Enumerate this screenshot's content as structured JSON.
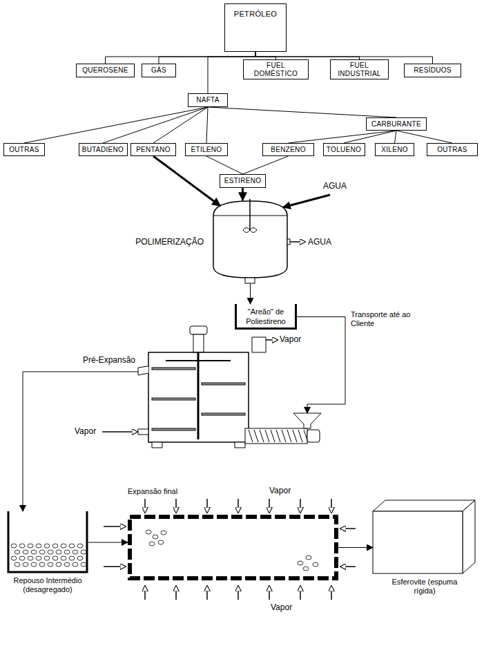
{
  "diagram": {
    "nodes": [
      {
        "text": [
          "PETRÓLEO"
        ]
      },
      {
        "text": [
          "QUEROSENE"
        ]
      },
      {
        "text": [
          "GÁS"
        ]
      },
      {
        "text": [
          "FUEL DOMÉSTICO"
        ]
      },
      {
        "text": [
          "FUEL INDUSTRIAL"
        ]
      },
      {
        "text": [
          "RESÍDUOS"
        ]
      },
      {
        "text": [
          "NAFTA"
        ]
      },
      {
        "text": [
          "CARBURANTE"
        ]
      },
      {
        "text": [
          "OUTRAS"
        ]
      },
      {
        "text": [
          "BUTADIENO"
        ]
      },
      {
        "text": [
          "PENTANO"
        ]
      },
      {
        "text": [
          "ETILENO"
        ]
      },
      {
        "text": [
          "BENZENO"
        ]
      },
      {
        "text": [
          "TOLUENO"
        ]
      },
      {
        "text": [
          "XILENO"
        ]
      },
      {
        "text": [
          "OUTRAS"
        ]
      },
      {
        "text": [
          "ESTIRENO"
        ]
      },
      {
        "text": [
          "POLIMERIZAÇÃO"
        ]
      },
      {
        "text": [
          "\"Areão\" de Poliestireno"
        ]
      },
      {
        "text": [
          "Pré-Expansão"
        ]
      },
      {
        "text": [
          "Repouso Intermédio (desagregado)"
        ]
      },
      {
        "text": [
          "Expansão final"
        ]
      },
      {
        "text": [
          "Esferovite (espuma rígida)"
        ]
      }
    ],
    "edges": [
      {
        "from": 0,
        "to": 1,
        "arrow": "none"
      },
      {
        "from": 0,
        "to": 2,
        "arrow": "none"
      },
      {
        "from": 0,
        "to": 3,
        "arrow": "none"
      },
      {
        "from": 0,
        "to": 4,
        "arrow": "none"
      },
      {
        "from": 0,
        "to": 5,
        "arrow": "none"
      },
      {
        "from": 0,
        "to": 6,
        "arrow": "none"
      },
      {
        "from": 6,
        "to": 8,
        "arrow": "none"
      },
      {
        "from": 6,
        "to": 9,
        "arrow": "none"
      },
      {
        "from": 6,
        "to": 10,
        "arrow": "none"
      },
      {
        "from": 6,
        "to": 11,
        "arrow": "none"
      },
      {
        "from": 6,
        "to": 7,
        "arrow": "none"
      },
      {
        "from": 7,
        "to": 12,
        "arrow": "none"
      },
      {
        "from": 7,
        "to": 13,
        "arrow": "none"
      },
      {
        "from": 7,
        "to": 14,
        "arrow": "none"
      },
      {
        "from": 7,
        "to": 15,
        "arrow": "none"
      },
      {
        "from": 11,
        "to": 16,
        "arrow": "none"
      },
      {
        "from": 12,
        "to": 16,
        "arrow": "none"
      },
      {
        "from": 10,
        "to": 17,
        "arrow": "to"
      },
      {
        "from": 16,
        "to": 17,
        "arrow": "to"
      },
      {
        "from": 17,
        "to": 18,
        "arrow": "to"
      },
      {
        "from": 18,
        "to": 19,
        "label": "Transporte até ao Cliente",
        "arrow": "to"
      },
      {
        "from": 19,
        "to": 20,
        "arrow": "to"
      },
      {
        "from": 20,
        "to": 21,
        "arrow": "to"
      },
      {
        "from": 21,
        "to": 22,
        "arrow": "to"
      }
    ],
    "labels": [
      "AGUA",
      "AGUA",
      "Vapor",
      "Vapor",
      "Vapor",
      "Vapor"
    ]
  }
}
